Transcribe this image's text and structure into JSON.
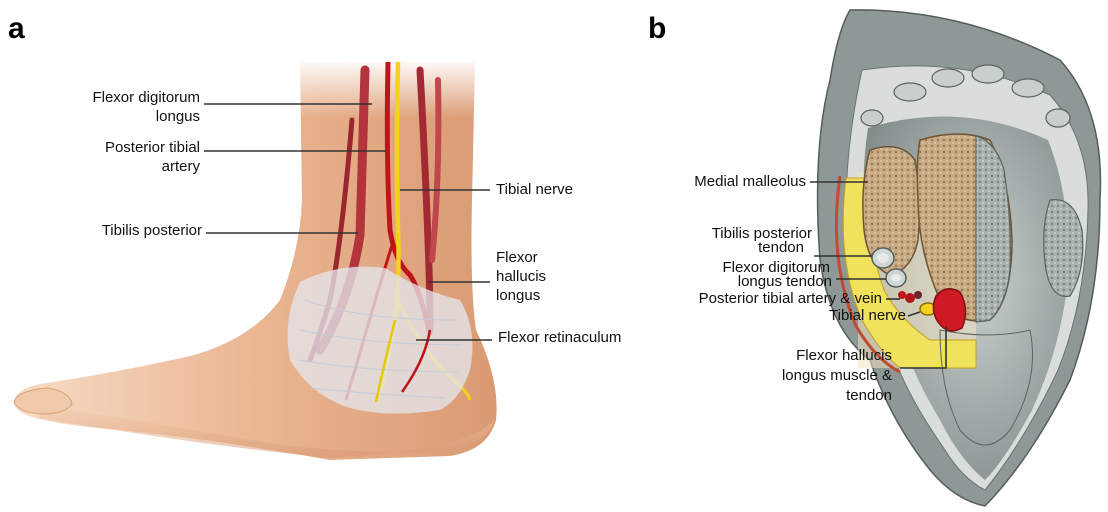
{
  "panels": {
    "a": {
      "letter": "a",
      "labels": {
        "fdl_line1": "Flexor digitorum",
        "fdl_line2": "longus",
        "pta_line1": "Posterior tibial",
        "pta_line2": "artery",
        "tib_post": "Tibilis posterior",
        "tib_nerve": "Tibial nerve",
        "fhl_line1": "Flexor",
        "fhl_line2": "hallucis",
        "fhl_line3": "longus",
        "retinaculum": "Flexor retinaculum"
      }
    },
    "b": {
      "letter": "b",
      "labels": {
        "medial_malleolus": "Medial malleolus",
        "tp_tendon_line1": "Tibilis posterior",
        "tp_tendon_line2": "tendon",
        "fdl_tendon_line1": "Flexor digitorum",
        "fdl_tendon_line2": "longus tendon",
        "pta_vein": "Posterior tibial artery & vein",
        "tibial_nerve": "Tibial nerve",
        "fhl_line1": "Flexor hallucis",
        "fhl_line2": "longus muscle &",
        "fhl_line3": "tendon"
      }
    }
  },
  "colors": {
    "skin": "#e9b48e",
    "skin_light": "#f3d2b8",
    "artery": "#c0141c",
    "nerve": "#f2d21c",
    "muscle": "#a8323c",
    "retinaculum": "#e4e6ec",
    "bone": "#c4a77f",
    "fat_yellow": "#f0e25c",
    "section_grey": "#9aa4a2"
  }
}
